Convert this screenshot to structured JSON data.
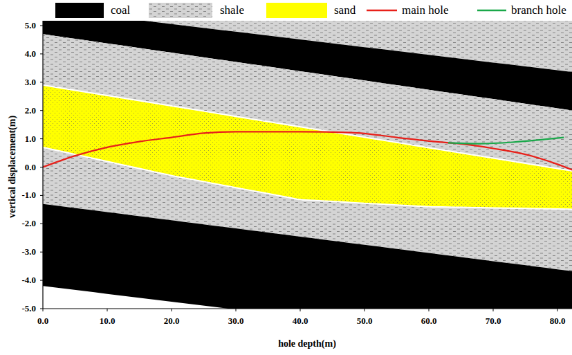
{
  "diagram": {
    "labels": [
      "5.0",
      "4.0",
      "3.0",
      "2.0",
      "1.0",
      "0.0",
      "-1.0",
      "-2.0",
      "-3.0",
      "-4.0",
      "-5.0",
      "0.0",
      "10.0",
      "20.0",
      "30.0",
      "40.0",
      "50.0",
      "60.0",
      "70.0",
      "80.0",
      "vertical displacement(m)",
      "hole depth(m)"
    ],
    "legend": [
      {
        "text": "coal",
        "color": "#000000"
      },
      {
        "text": "shale"
      },
      {
        "text": "sand",
        "color": "#ffff00"
      },
      {
        "text": "main hole"
      },
      {
        "text": "branch hole"
      }
    ]
  }
}
